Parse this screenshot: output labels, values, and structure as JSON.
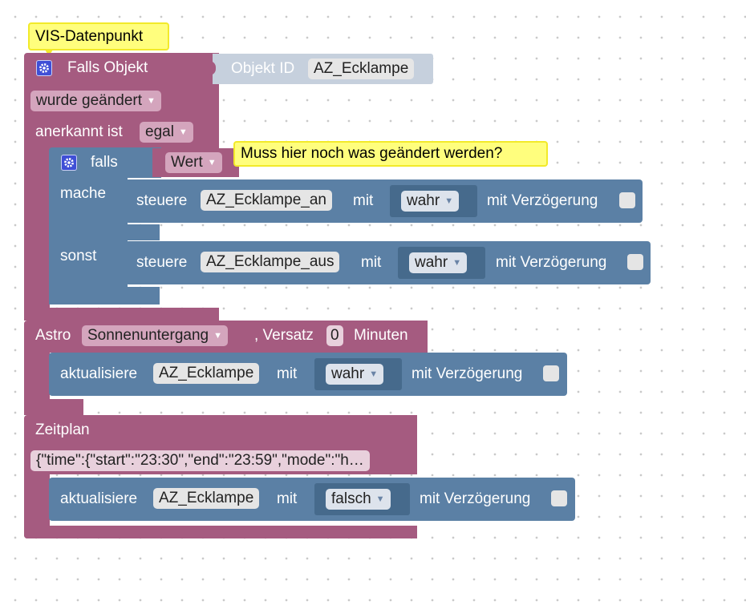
{
  "canvas_colors": {
    "event_block": "#a55b80",
    "logic_block": "#5b80a5",
    "value_block": "#5b80a5",
    "comment": "#fffe7d"
  },
  "comment_vis": "VIS-Datenpunkt",
  "trigger": {
    "label": "Falls Objekt",
    "object_id_label": "Objekt ID",
    "object_id_value": "AZ_Ecklampe",
    "changed_dropdown": "wurde geändert",
    "ack_label": "anerkannt ist",
    "ack_dropdown": "egal"
  },
  "if_block": {
    "if_label": "falls",
    "condition": "Wert",
    "comment": "Muss hier noch was geändert werden?",
    "then_label": "mache",
    "else_label": "sonst",
    "then_stmt": {
      "prefix": "steuere",
      "object": "AZ_Ecklampe_an",
      "with": "mit",
      "value": "wahr",
      "delay": "mit Verzögerung"
    },
    "else_stmt": {
      "prefix": "steuere",
      "object": "AZ_Ecklampe_aus",
      "with": "mit",
      "value": "wahr",
      "delay": "mit Verzögerung"
    }
  },
  "astro": {
    "label": "Astro",
    "event": "Sonnenuntergang",
    "offset_label": ", Versatz",
    "offset_value": "0",
    "unit": "Minuten",
    "stmt": {
      "prefix": "aktualisiere",
      "object": "AZ_Ecklampe",
      "with": "mit",
      "value": "wahr",
      "delay": "mit Verzögerung"
    }
  },
  "schedule": {
    "label": "Zeitplan",
    "cron": "{\"time\":{\"start\":\"23:30\",\"end\":\"23:59\",\"mode\":\"h…",
    "stmt": {
      "prefix": "aktualisiere",
      "object": "AZ_Ecklampe",
      "with": "mit",
      "value": "falsch",
      "delay": "mit Verzögerung"
    }
  }
}
